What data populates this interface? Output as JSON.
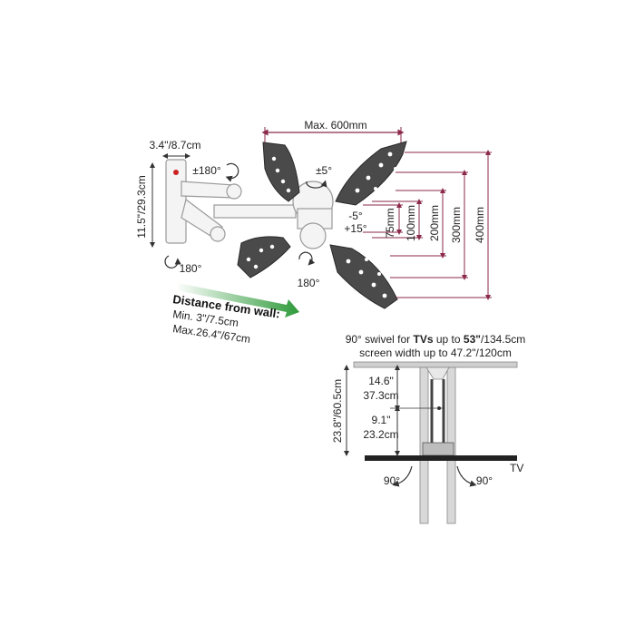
{
  "top_view": {
    "max_width": "Max. 600mm",
    "wall_plate_width": "3.4\"/8.7cm",
    "wall_plate_height": "11.5\"/29.3cm",
    "swivel_arm": "±180°",
    "tilt": "±5°",
    "pivot_left": "180°",
    "pivot_right": "180°",
    "tilt_down": "-5°",
    "tilt_up": "+15°",
    "vesa_heights": [
      "75mm",
      "100mm",
      "200mm",
      "300mm",
      "400mm"
    ]
  },
  "distance": {
    "title": "Distance from wall:",
    "min": "Min. 3\"/7.5cm",
    "max": "Max.26.4\"/67cm",
    "arrow_color": "#2e9a3a"
  },
  "side_view": {
    "headline_prefix": "90° swivel for ",
    "headline_bold": "TVs",
    "headline_mid": " up to ",
    "headline_size": "53\"",
    "headline_suffix": "/134.5cm",
    "subline": "screen width up to 47.2\"/120cm",
    "upper_height": "14.6\"",
    "upper_height_cm": "37.3cm",
    "lower_height": "9.1\"",
    "lower_height_cm": "23.2cm",
    "total_height": "23.8\"/60.5cm",
    "swivel_left": "90°",
    "swivel_right": "90°",
    "tv_label": "TV"
  }
}
